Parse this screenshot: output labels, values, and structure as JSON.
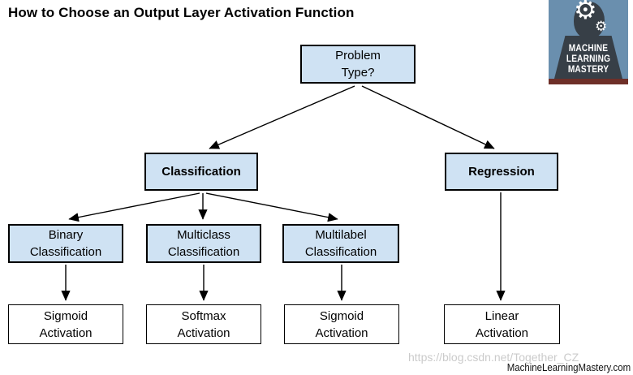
{
  "title": "How to Choose an Output Layer Activation Function",
  "logo": {
    "lines": [
      "MACHINE",
      "LEARNING",
      "MASTERY"
    ],
    "gear_icon": "⚙",
    "colors": {
      "background": "#6a8fae",
      "silhouette": "#373f47",
      "text": "#ffffff",
      "bottom_bar": "#6e2f28"
    }
  },
  "flowchart": {
    "node_fill": "#cfe2f3",
    "node_border": "#000000",
    "nodes": {
      "problem": {
        "line1": "Problem",
        "line2": "Type?"
      },
      "classification": {
        "label": "Classification"
      },
      "regression": {
        "label": "Regression"
      },
      "binary": {
        "line1": "Binary",
        "line2": "Classification"
      },
      "multiclass": {
        "line1": "Multiclass",
        "line2": "Classification"
      },
      "multilabel": {
        "line1": "Multilabel",
        "line2": "Classification"
      },
      "sigmoid_binary": {
        "line1": "Sigmoid",
        "line2": "Activation"
      },
      "softmax": {
        "line1": "Softmax",
        "line2": "Activation"
      },
      "sigmoid_multilabel": {
        "line1": "Sigmoid",
        "line2": "Activation"
      },
      "linear": {
        "line1": "Linear",
        "line2": "Activation"
      }
    }
  },
  "footer": {
    "watermark": "https://blog.csdn.net/Together_CZ",
    "watermark_color": "#cbcbcb",
    "brand": "MachineLearningMastery.com"
  }
}
